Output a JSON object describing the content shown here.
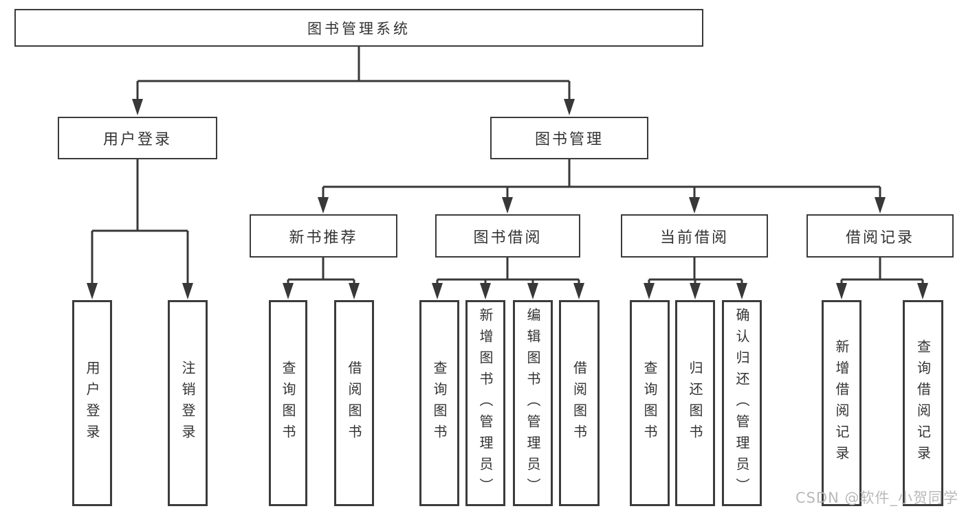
{
  "tree": {
    "root": {
      "label": "图书管理系统",
      "children": [
        {
          "label": "用户登录",
          "children": [
            {
              "label": "用户登录"
            },
            {
              "label": "注销登录"
            }
          ]
        },
        {
          "label": "图书管理",
          "children": [
            {
              "label": "新书推荐",
              "children": [
                {
                  "label": "查询图书"
                },
                {
                  "label": "借阅图书"
                }
              ]
            },
            {
              "label": "图书借阅",
              "children": [
                {
                  "label": "查询图书"
                },
                {
                  "label": "新增图书（管理员）"
                },
                {
                  "label": "编辑图书（管理员）"
                },
                {
                  "label": "借阅图书"
                }
              ]
            },
            {
              "label": "当前借阅",
              "children": [
                {
                  "label": "查询图书"
                },
                {
                  "label": "归还图书"
                },
                {
                  "label": "确认归还（管理员）"
                }
              ]
            },
            {
              "label": "借阅记录",
              "children": [
                {
                  "label": "新增借阅记录"
                },
                {
                  "label": "查询借阅记录"
                }
              ]
            }
          ]
        }
      ]
    }
  },
  "watermark": {
    "text": "CSDN @软件_小贺同学"
  },
  "colors": {
    "background": "#ffffff",
    "box_border": "#3b3b3b",
    "connector_line": "#383838",
    "text": "#333333",
    "watermark_text": "#b9b9b9"
  }
}
